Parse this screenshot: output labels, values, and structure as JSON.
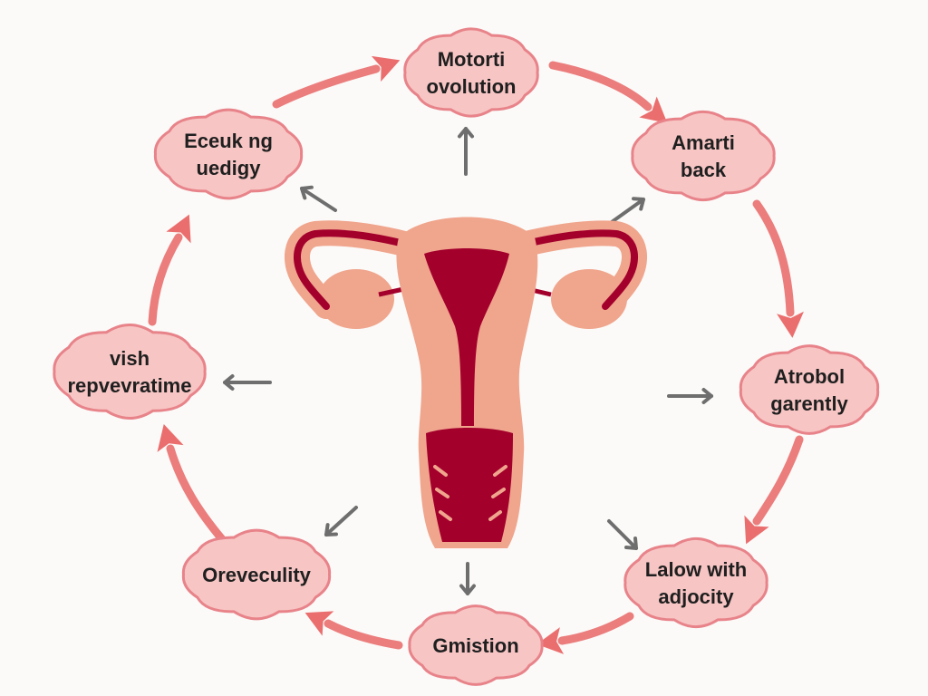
{
  "diagram": {
    "center_icon": "uterus-icon",
    "colors": {
      "cloud_fill": "#f7c6c4",
      "cloud_stroke": "#e8838a",
      "ring_arrow": "#eb7d7d",
      "pointer_arrow": "#6e6e6e",
      "organ_light": "#f0a58d",
      "organ_dark": "#a3002c"
    },
    "nodes": [
      {
        "id": "top",
        "lines": [
          "Motorti",
          "ovolution"
        ]
      },
      {
        "id": "upper-right",
        "lines": [
          "Amarti",
          "back"
        ]
      },
      {
        "id": "right",
        "lines": [
          "Atrobol",
          "garently"
        ]
      },
      {
        "id": "lower-right",
        "lines": [
          "Lalow with",
          "adjocity"
        ]
      },
      {
        "id": "bottom",
        "lines": [
          "Gmistion"
        ]
      },
      {
        "id": "lower-left",
        "lines": [
          "Oreveculity"
        ]
      },
      {
        "id": "left",
        "lines": [
          "vish",
          "repvevratime"
        ]
      },
      {
        "id": "upper-left",
        "lines": [
          "Eceuk ng",
          "uedigy"
        ]
      }
    ]
  }
}
